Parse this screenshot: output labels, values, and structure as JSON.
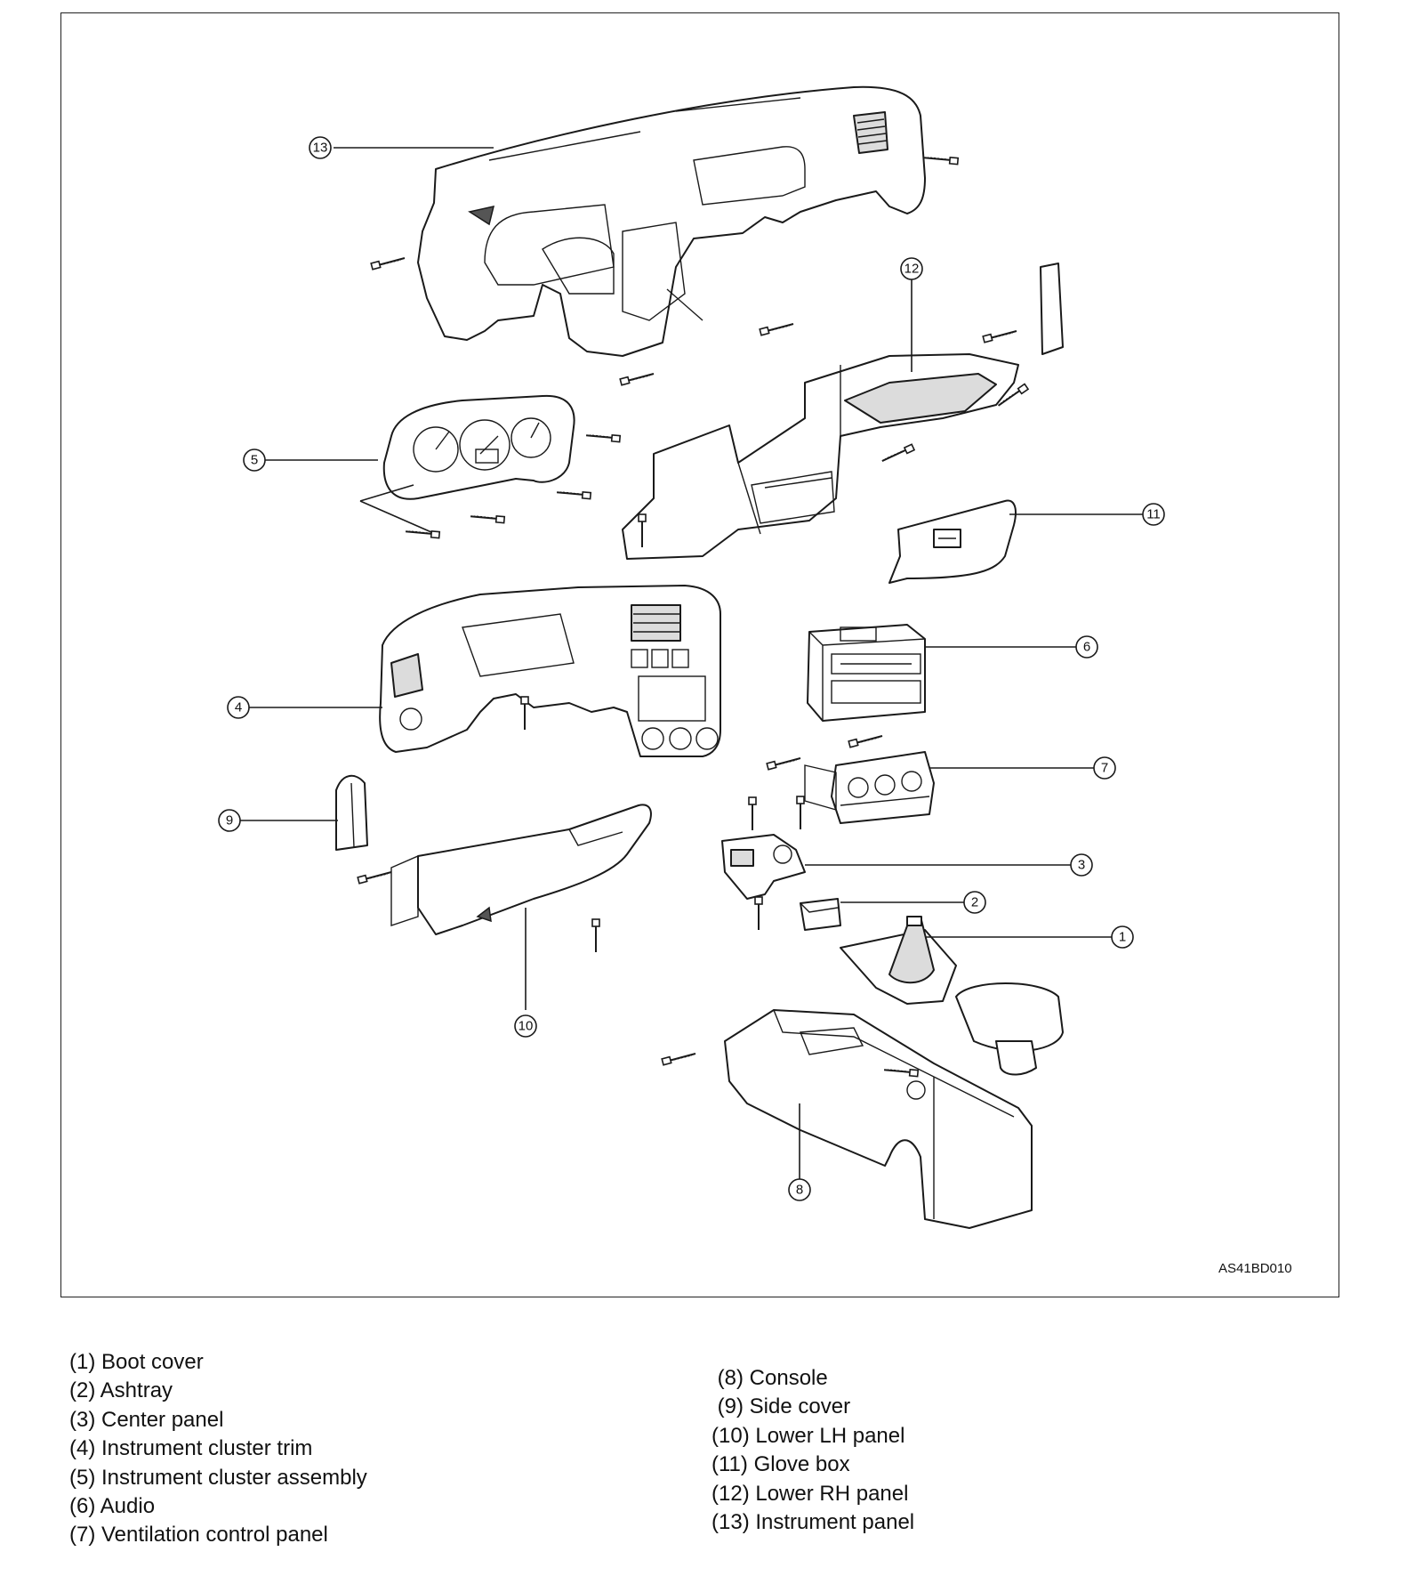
{
  "figure": {
    "code": "AS41BD010",
    "callouts": [
      {
        "id": "1",
        "glyph": "①",
        "part": "boot-cover"
      },
      {
        "id": "2",
        "glyph": "②",
        "part": "ashtray"
      },
      {
        "id": "3",
        "glyph": "③",
        "part": "center-panel"
      },
      {
        "id": "4",
        "glyph": "④",
        "part": "instrument-cluster-trim"
      },
      {
        "id": "5",
        "glyph": "⑤",
        "part": "instrument-cluster-assembly"
      },
      {
        "id": "6",
        "glyph": "⑥",
        "part": "audio"
      },
      {
        "id": "7",
        "glyph": "⑦",
        "part": "ventilation-control-panel"
      },
      {
        "id": "8",
        "glyph": "⑧",
        "part": "console"
      },
      {
        "id": "9",
        "glyph": "⑨",
        "part": "side-cover"
      },
      {
        "id": "10",
        "glyph": "⑩",
        "part": "lower-lh-panel"
      },
      {
        "id": "11",
        "glyph": "⑪",
        "part": "glove-box"
      },
      {
        "id": "12",
        "glyph": "⑫",
        "part": "lower-rh-panel"
      },
      {
        "id": "13",
        "glyph": "⑬",
        "part": "instrument-panel"
      }
    ]
  },
  "legend": {
    "left": [
      "(1) Boot cover",
      "(2) Ashtray",
      "(3) Center panel",
      "(4) Instrument cluster trim",
      "(5) Instrument cluster assembly",
      "(6) Audio",
      "(7) Ventilation control panel"
    ],
    "right": [
      " (8) Console",
      " (9) Side cover",
      "(10) Lower LH panel",
      "(11) Glove box",
      "(12) Lower RH panel",
      "(13) Instrument panel"
    ]
  }
}
